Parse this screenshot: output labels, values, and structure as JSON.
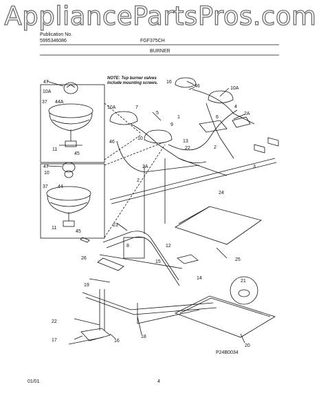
{
  "watermark": "AppliancePartsPros.com",
  "header": {
    "publication_label": "Publication No.",
    "publication_number": "5995346086",
    "model": "FGF375CH",
    "section": "BURNER"
  },
  "note": {
    "line1": "NOTE: Top burner valves",
    "line2": "include mounting screws."
  },
  "callouts": [
    "47",
    "10A",
    "37",
    "44A",
    "11",
    "45",
    "10",
    "47",
    "37",
    "44",
    "11",
    "45",
    "16",
    "46",
    "10A",
    "7",
    "5",
    "13",
    "22",
    "10",
    "46",
    "2A",
    "2",
    "3",
    "1",
    "9",
    "2A",
    "2",
    "4",
    "6",
    "24",
    "23",
    "8",
    "12",
    "25",
    "26",
    "15",
    "14",
    "19",
    "22",
    "17",
    "16",
    "18",
    "21",
    "20"
  ],
  "figure_code": "P24B0034",
  "footer": {
    "date": "01/01",
    "page": "4"
  }
}
